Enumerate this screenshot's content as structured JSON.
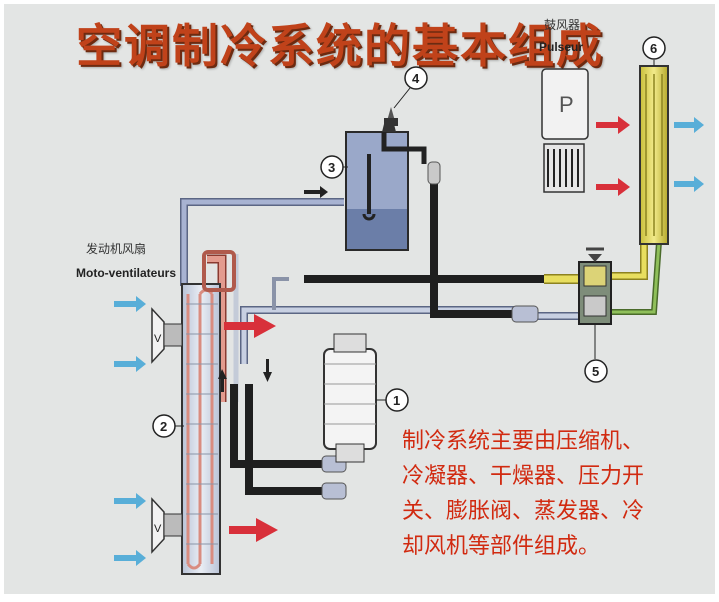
{
  "slide": {
    "title": "空调制冷系统的基本组成",
    "blower": {
      "label_cn": "鼓风器",
      "label_fr": "Pulseur",
      "box_letter": "P"
    },
    "engine_fan": {
      "label_cn": "发动机风扇",
      "label_fr": "Moto-ventilateurs",
      "fan_letter": "V"
    },
    "component_numbers": [
      "1",
      "2",
      "3",
      "4",
      "5",
      "6"
    ],
    "description_lines": [
      "制冷系统主要由压缩机、",
      "冷凝器、干燥器、压力开",
      "关、膨胀阀、蒸发器、冷",
      "却风机等部件组成。"
    ]
  },
  "colors": {
    "title": "#c0421a",
    "description": "#d12a10",
    "background": "#e3e5e4",
    "high_pressure_line": "#1f1f1f",
    "low_pressure_line": "#9aa6c8",
    "liquid_line": "#d8c94a",
    "hot_line": "#d9857a",
    "air_arrow_cool": "#58aed8",
    "air_arrow_hot": "#d8303a"
  }
}
